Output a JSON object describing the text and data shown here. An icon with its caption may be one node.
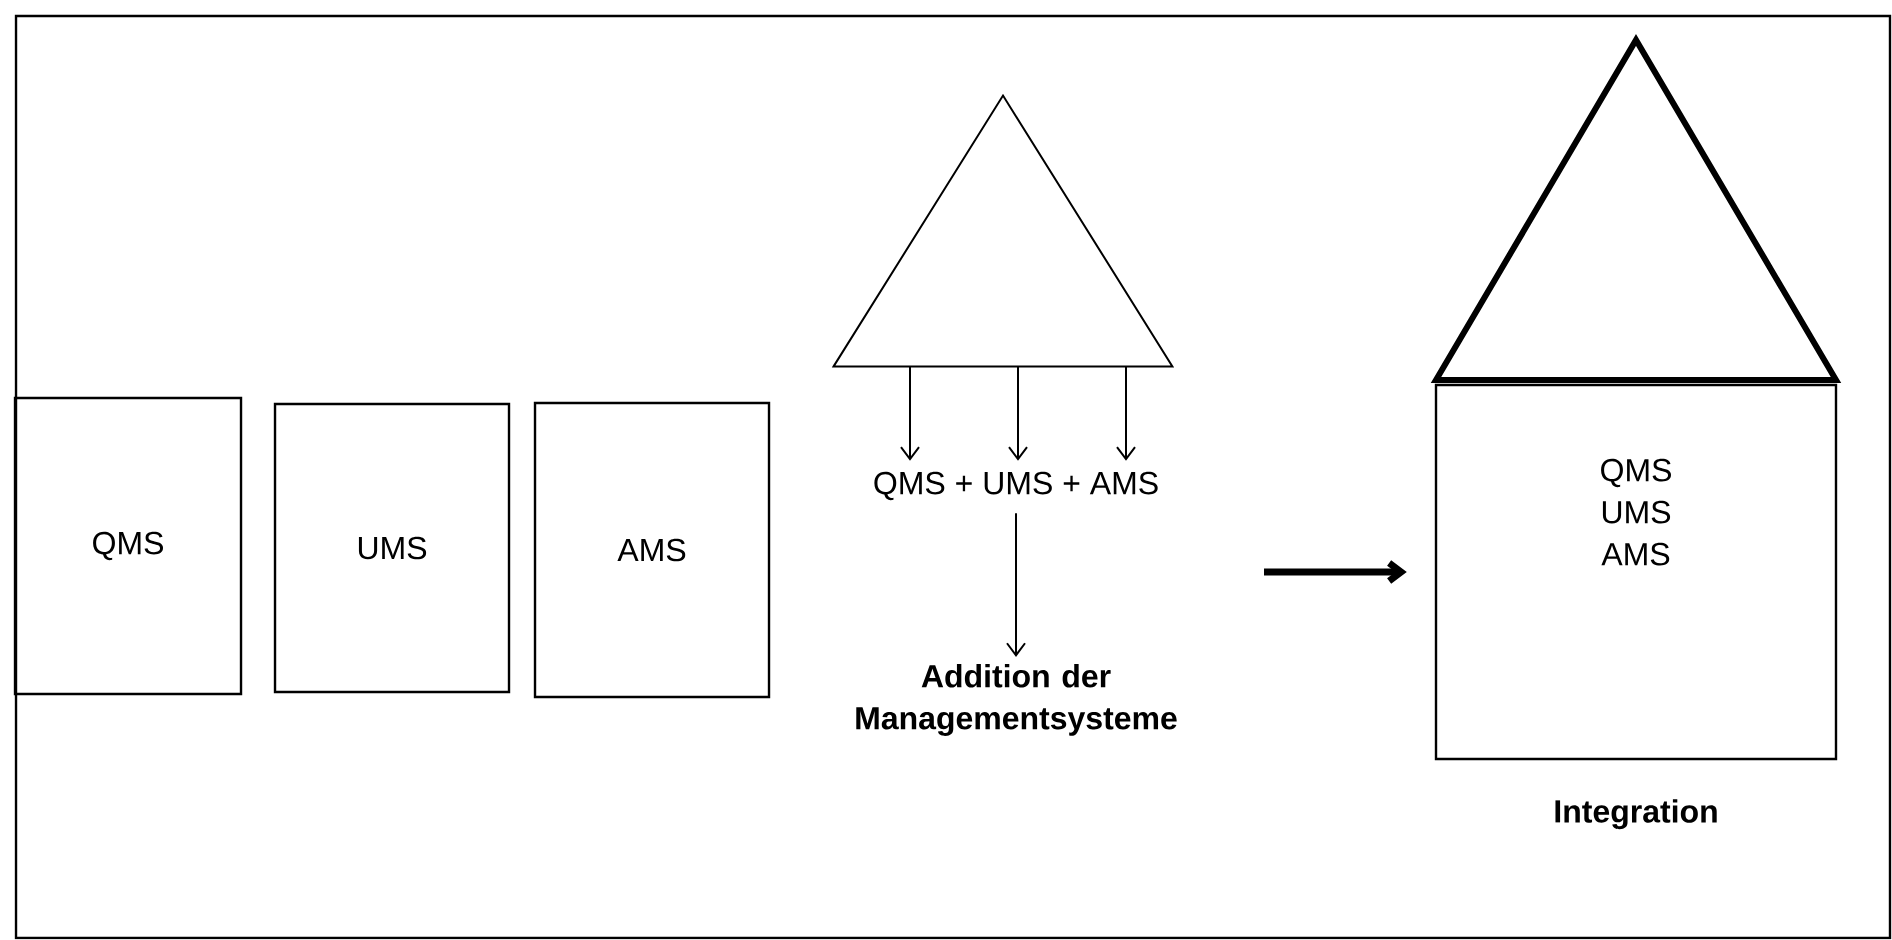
{
  "diagram": {
    "nodes": [
      {
        "text": [
          "QMS"
        ]
      },
      {
        "text": [
          "UMS"
        ]
      },
      {
        "text": [
          "AMS"
        ]
      },
      {
        "text": [],
        "shape": "triangle"
      },
      {
        "text": [
          "QMS + UMS + AMS"
        ]
      },
      {
        "text": [
          "Addition der Managementsysteme"
        ]
      },
      {
        "text": [
          "QMS",
          "UMS",
          "AMS"
        ],
        "beside": [
          "Integration"
        ]
      }
    ],
    "edges": [
      {
        "from": 3,
        "to": 4,
        "arrow": "to"
      },
      {
        "from": 3,
        "to": 4,
        "arrow": "to"
      },
      {
        "from": 3,
        "to": 4,
        "arrow": "to"
      },
      {
        "from": 4,
        "to": 5,
        "arrow": "to"
      },
      {
        "from": null,
        "to": 6,
        "arrow": "to",
        "style": "thick"
      }
    ]
  }
}
